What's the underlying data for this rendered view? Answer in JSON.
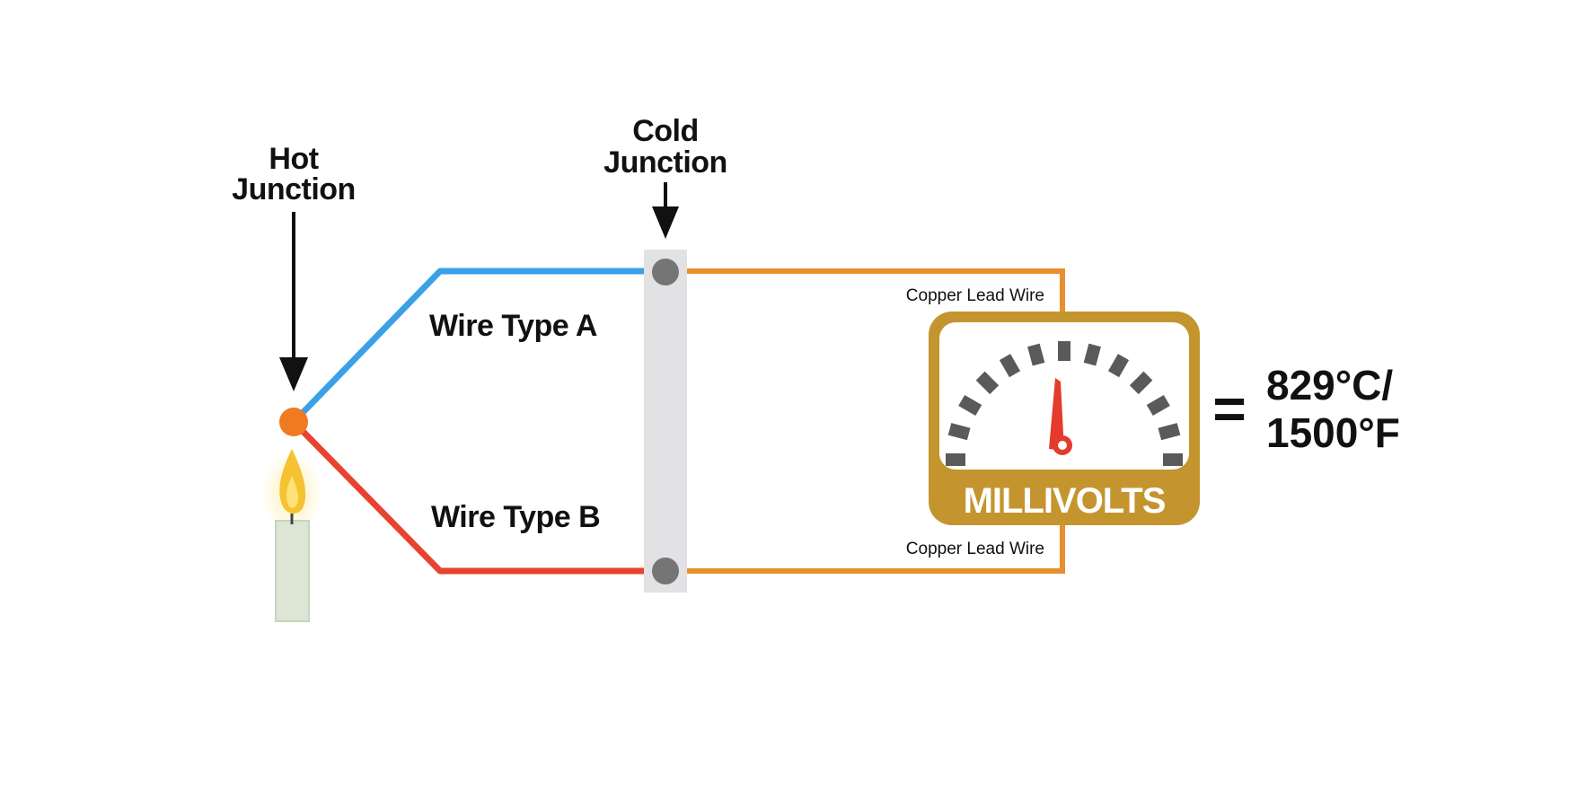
{
  "labels": {
    "hot_junction_line1": "Hot",
    "hot_junction_line2": "Junction",
    "cold_junction_line1": "Cold",
    "cold_junction_line2": "Junction",
    "wire_a": "Wire Type A",
    "wire_b": "Wire Type B",
    "copper_top": "Copper Lead Wire",
    "copper_bottom": "Copper Lead Wire",
    "meter": "MILLIVOLTS",
    "equals": "=",
    "result_line1": "829°C/",
    "result_line2": "1500°F"
  },
  "colors": {
    "wire_a": "#3aa0e8",
    "wire_b": "#e8432f",
    "copper": "#e8902f",
    "hot_junction": "#ef7a22",
    "terminal_block": "#e2e2e4",
    "terminal_dot": "#757575",
    "meter_frame": "#c4952e",
    "meter_needle": "#e43b2c",
    "meter_tick": "#5a5a5a",
    "flame": "#f7c232",
    "candle": "#dde6d4"
  },
  "icons": {
    "candle": "candle-flame-icon",
    "meter": "millivolt-meter-icon"
  }
}
